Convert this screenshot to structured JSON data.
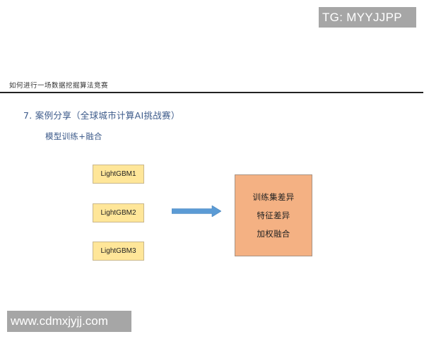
{
  "watermarks": {
    "top": "TG: MYYJJPP",
    "bottom": "www.cdmxjyjj.com"
  },
  "header": {
    "title": "如何进行一场数据挖掘算法竞赛"
  },
  "section": {
    "title": "7. 案例分享（全球城市计算AI挑战赛）",
    "subtitle": "模型训练+融合"
  },
  "diagram": {
    "models": [
      {
        "label": "LightGBM1"
      },
      {
        "label": "LightGBM2"
      },
      {
        "label": "LightGBM3"
      }
    ],
    "arrow_icon": "right-arrow",
    "result_box": {
      "lines": [
        "训练集差异",
        "特征差异",
        "加权融合"
      ]
    },
    "colors": {
      "model_fill": "#ffe699",
      "result_fill": "#f4b183",
      "arrow": "#5b9bd5",
      "title_text": "#3c5a8a"
    }
  }
}
